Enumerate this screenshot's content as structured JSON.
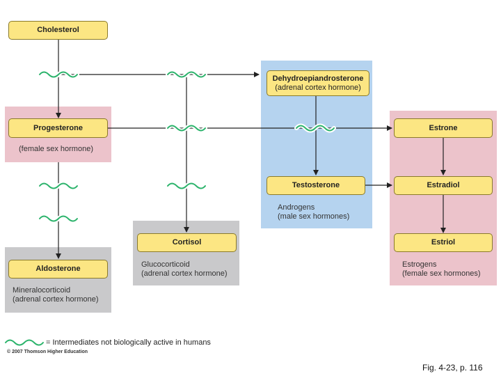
{
  "nodes": {
    "cholesterol": {
      "label": "Cholesterol"
    },
    "progesterone": {
      "label": "Progesterone"
    },
    "dhea": {
      "label": "Dehydroepiandrosterone",
      "sub": "(adrenal cortex hormone)"
    },
    "estrone": {
      "label": "Estrone"
    },
    "testosterone": {
      "label": "Testosterone"
    },
    "estradiol": {
      "label": "Estradiol"
    },
    "cortisol": {
      "label": "Cortisol"
    },
    "estriol": {
      "label": "Estriol"
    },
    "aldosterone": {
      "label": "Aldosterone"
    }
  },
  "captions": {
    "progesterone": "(female sex hormone)",
    "androgens": [
      "Androgens",
      "(male sex hormones)"
    ],
    "glucocorticoid": [
      "Glucocorticoid",
      "(adrenal cortex hormone)"
    ],
    "estrogens": [
      "Estrogens",
      "(female sex hormones)"
    ],
    "mineralocorticoid": [
      "Mineralocorticoid",
      "(adrenal cortex hormone)"
    ]
  },
  "legend": {
    "text": "= Intermediates not biologically active in humans",
    "icon": "wave-icon",
    "color": "#2bb36b"
  },
  "copyright": "© 2007 Thomson Higher Education",
  "figure_ref": "Fig. 4-23, p. 116",
  "colors": {
    "node_fill": "#fce683",
    "pink_region": "#ecc3cb",
    "gray_region": "#c9c9cb",
    "blue_region": "#b5d3ef",
    "intermediate_wave": "#2bb36b"
  }
}
